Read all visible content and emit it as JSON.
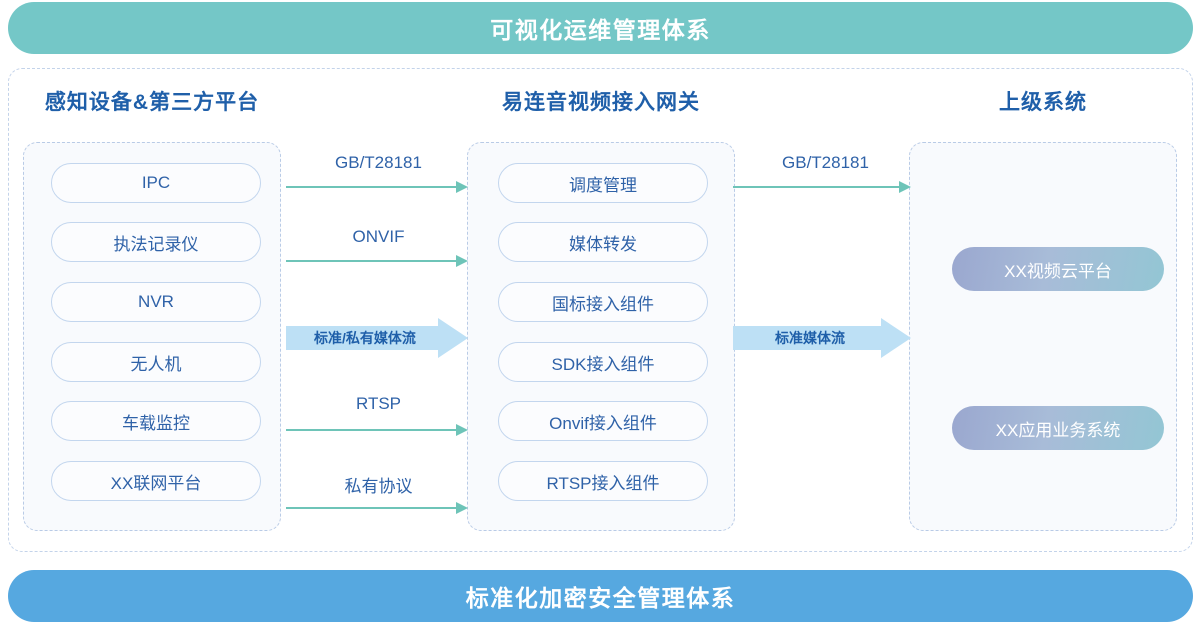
{
  "banners": {
    "top": "可视化运维管理体系",
    "bottom": "标准化加密安全管理体系",
    "top_color": "#74c7c7",
    "bottom_color": "#56a8e0"
  },
  "columns": {
    "left": {
      "title": "感知设备&第三方平台",
      "items": [
        {
          "label": "IPC"
        },
        {
          "label": "执法记录仪"
        },
        {
          "label": "NVR"
        },
        {
          "label": "无人机"
        },
        {
          "label": "车载监控"
        },
        {
          "label": "XX联网平台"
        }
      ]
    },
    "middle": {
      "title": "易连音视频接入网关",
      "items": [
        {
          "label": "调度管理"
        },
        {
          "label": "媒体转发"
        },
        {
          "label": "国标接入组件"
        },
        {
          "label": "SDK接入组件"
        },
        {
          "label": "Onvif接入组件"
        },
        {
          "label": "RTSP接入组件"
        }
      ]
    },
    "right": {
      "title": "上级系统",
      "items": [
        {
          "label": "XX视频云平台"
        },
        {
          "label": "XX应用业务系统"
        }
      ]
    }
  },
  "connectors": {
    "left_to_middle": [
      {
        "label": "GB/T28181",
        "style": "thin"
      },
      {
        "label": "ONVIF",
        "style": "thin"
      },
      {
        "label": "标准/私有媒体流",
        "style": "block"
      },
      {
        "label": "RTSP",
        "style": "thin"
      },
      {
        "label": "私有协议",
        "style": "thin"
      }
    ],
    "middle_to_right": [
      {
        "label": "GB/T28181",
        "style": "thin"
      },
      {
        "label": "标准媒体流",
        "style": "block"
      }
    ]
  },
  "colors": {
    "accent_blue": "#2f62a8",
    "heading_blue": "#1f5fa9",
    "arrow_teal": "#6ec4b8",
    "block_arrow_fill": "#bde0f5",
    "pill_border": "#c3d6ee",
    "panel_bg": "#f8fafd",
    "dashed_border": "#b9cbe6"
  }
}
